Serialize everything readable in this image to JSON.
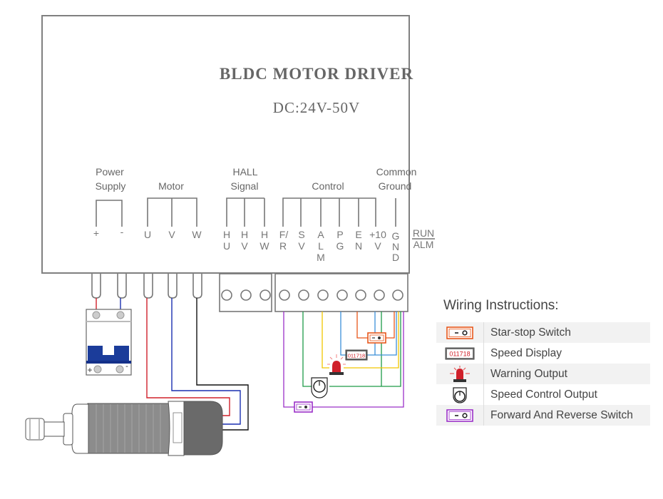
{
  "title": "BLDC MOTOR DRIVER",
  "voltage": "DC:24V-50V",
  "groups": {
    "power": [
      "Power",
      "Supply"
    ],
    "motor": "Motor",
    "hall": [
      "HALL",
      "Signal"
    ],
    "control": "Control",
    "ground": [
      "Common",
      "Ground"
    ]
  },
  "terminals": {
    "power": [
      "+",
      "-"
    ],
    "motor": [
      "U",
      "V",
      "W"
    ],
    "hall": [
      [
        "H",
        "U"
      ],
      [
        "H",
        "V"
      ],
      [
        "H",
        "W"
      ]
    ],
    "control": [
      [
        "F/",
        "R"
      ],
      [
        "S",
        "V"
      ],
      [
        "A",
        "L",
        "M"
      ],
      [
        "P",
        "G"
      ],
      [
        "E",
        "N"
      ],
      [
        "+10",
        "V"
      ]
    ],
    "ground": [
      "G",
      "N",
      "D"
    ]
  },
  "indicator": {
    "top": "RUN",
    "bottom": "ALM"
  },
  "breaker": {
    "plus": "+",
    "minus": "-"
  },
  "speed_display_value": "011718",
  "wire_colors": {
    "power_pos": "#d0202a",
    "power_neg": "#1a2fb0",
    "motor_u": "#d0202a",
    "motor_v": "#1a2fb0",
    "motor_w": "#111111",
    "fr": "#9b30c8",
    "sv": "#1e9a48",
    "alm": "#f2c500",
    "pg": "#3b8fd8",
    "en": "#e8561a"
  },
  "legend": {
    "title": "Wiring Instructions:",
    "items": [
      {
        "icon": "start-stop-switch-icon",
        "label": "Star-stop Switch",
        "color": "#e8561a"
      },
      {
        "icon": "speed-display-icon",
        "label": "Speed Display",
        "value": "011718"
      },
      {
        "icon": "warning-light-icon",
        "label": "Warning Output"
      },
      {
        "icon": "potentiometer-icon",
        "label": "Speed Control Output"
      },
      {
        "icon": "forward-reverse-switch-icon",
        "label": "Forward And Reverse Switch",
        "color": "#9b30c8"
      }
    ]
  }
}
